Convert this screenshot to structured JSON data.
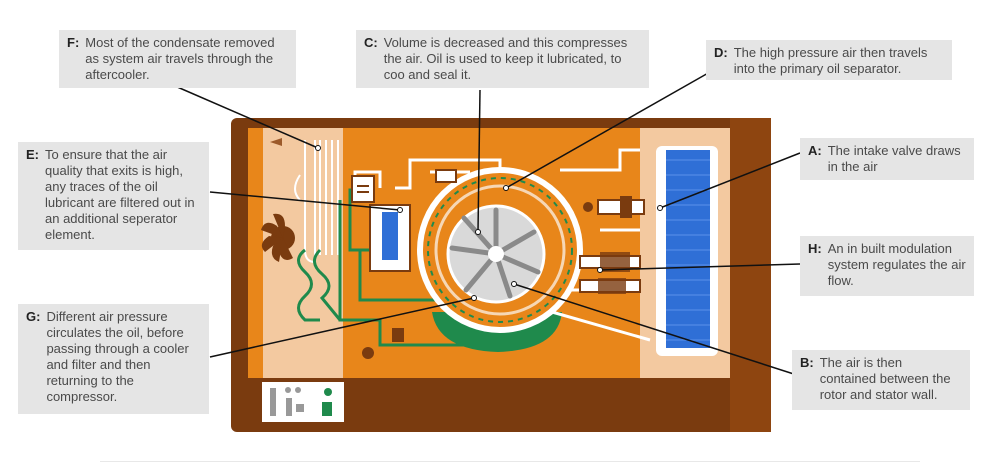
{
  "callouts": {
    "f": {
      "letter": "F:",
      "text": "Most of the condensate removed as system air travels through the aftercooler."
    },
    "c": {
      "letter": "C:",
      "text": "Volume is decreased and this compresses the air. Oil is used to keep it lubricated, to coo and seal it."
    },
    "d": {
      "letter": "D:",
      "text": "The high pressure air then travels into the primary oil separator."
    },
    "e": {
      "letter": "E:",
      "text": "To ensure that the air quality that exits is high, any traces of the oil lubricant are filtered out in an additional seperator element."
    },
    "a": {
      "letter": "A:",
      "text": "The intake valve draws in the air"
    },
    "h": {
      "letter": "H:",
      "text": "An in built modulation system regulates the air flow."
    },
    "g": {
      "letter": "G:",
      "text": "Different air pressure circulates the oil, before passing through a cooler and filter and then returning to the compressor."
    },
    "b": {
      "letter": "B:",
      "text": "The air is then contained between the rotor and stator wall."
    }
  },
  "colors": {
    "cabinet": "#7a3b0f",
    "panel": "#e8861a",
    "light_panel": "#f3c9a0",
    "oil_green": "#1f8a4c",
    "filter_blue": "#2f6fd6",
    "callout_bg": "#e5e5e5",
    "leader": "#111111"
  },
  "icons": [
    "fan-icon",
    "control-panel-icon",
    "air-filter-icon",
    "rotor-icon"
  ]
}
